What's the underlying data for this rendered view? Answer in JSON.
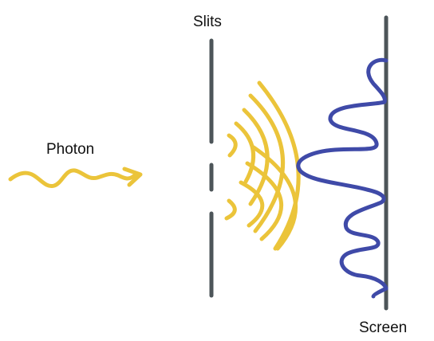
{
  "labels": {
    "photon": "Photon",
    "slits": "Slits",
    "screen": "Screen"
  },
  "colors": {
    "photon_wave": "#EBC43A",
    "barrier": "#4D5559",
    "interference_pattern": "#3F4AA8",
    "text": "#111111",
    "background": "#FFFFFF"
  },
  "icons": {
    "photon": "wavy-arrow-icon"
  }
}
